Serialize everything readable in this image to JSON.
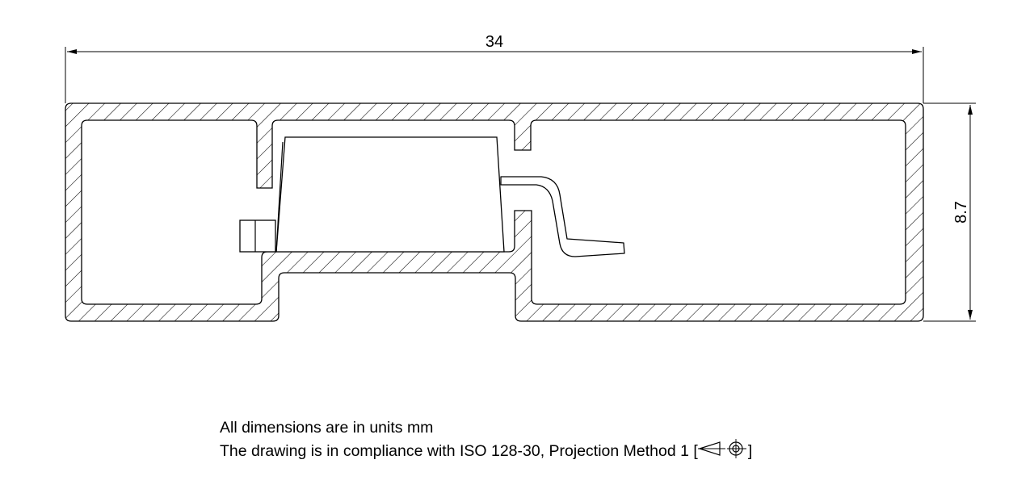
{
  "dimensions": {
    "width_label": "34",
    "height_label": "8.7"
  },
  "notes": {
    "units": "All dimensions are in units mm",
    "compliance_prefix": "The drawing is in compliance with ISO 128-30, Projection Method 1 [",
    "compliance_suffix": "]"
  },
  "icons": {
    "projection_symbol": "first-angle-projection-icon"
  },
  "colors": {
    "line": "#000000",
    "background": "#ffffff"
  }
}
